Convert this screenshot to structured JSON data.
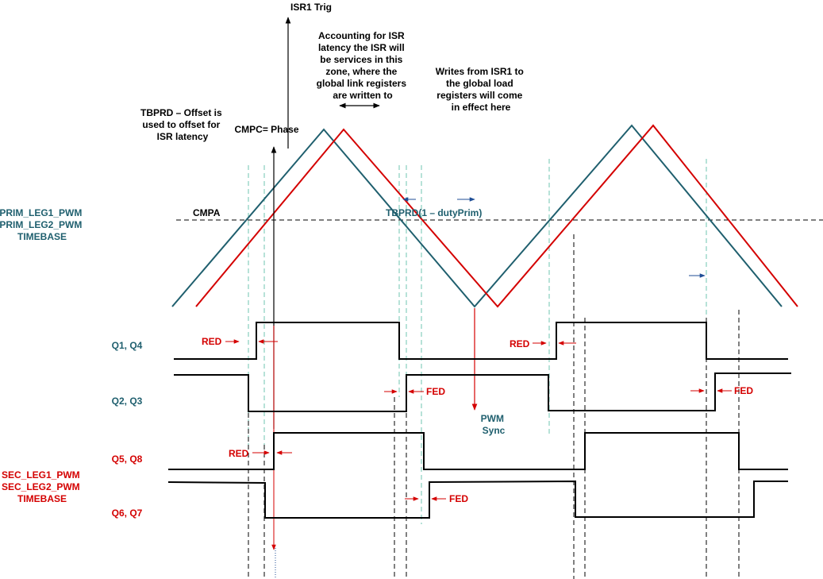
{
  "labels": {
    "isr1_trig": "ISR1 Trig",
    "isr_latency_note": [
      "Accounting for ISR",
      "latency the ISR will",
      "be services in this",
      "zone, where the",
      "global link registers",
      "are written to"
    ],
    "writes_note": [
      "Writes from ISR1 to",
      "the global load",
      "registers will come",
      "in effect here"
    ],
    "tbprd_offset_note": [
      "TBPRD – Offset  is",
      "used to offset for",
      "ISR latency"
    ],
    "cmpc_phase": "CMPC= Phase",
    "cmpa": "CMPA",
    "tbprd_duty": "TBPRD(1 – dutyPrim)",
    "prim_timebase": [
      "PRIM_LEG1_PWM",
      "PRIM_LEG2_PWM",
      "TIMEBASE"
    ],
    "sec_timebase": [
      "SEC_LEG1_PWM",
      "SEC_LEG2_PWM",
      "TIMEBASE"
    ],
    "q1q4": "Q1, Q4",
    "q2q3": "Q2, Q3",
    "q5q8": "Q5, Q8",
    "q6q7": "Q6, Q7",
    "red": "RED",
    "fed": "FED",
    "pwm_sync": [
      "PWM",
      "Sync"
    ]
  },
  "colors": {
    "teal": "#1f5f6e",
    "red": "#d40000",
    "blue": "#1f4e96",
    "dash_teal": "#6fc6b0",
    "black": "#000000"
  }
}
